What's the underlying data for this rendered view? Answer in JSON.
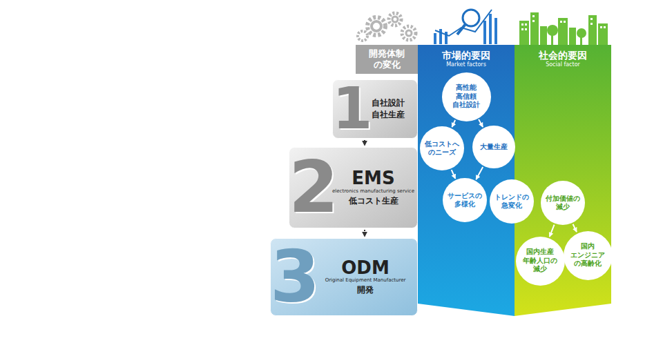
{
  "diagram": {
    "nodes": [
      {
        "text": [
          "開発体制 の変化"
        ]
      },
      {
        "text": [
          "市場的要因",
          "Market factors"
        ]
      },
      {
        "text": [
          "社会的要因",
          "Social factor"
        ]
      },
      {
        "text": [
          "1",
          "自社設計 自社生産"
        ]
      },
      {
        "text": [
          "2",
          "EMS",
          "electronics manufacturing service",
          "低コスト生産"
        ]
      },
      {
        "text": [
          "3",
          "ODM",
          "Original Equipment Manufacturer",
          "開発"
        ]
      },
      {
        "text": [
          "高性能 高信頼 自社設計"
        ],
        "in": 1
      },
      {
        "text": [
          "低コストへ のニーズ"
        ],
        "in": 1
      },
      {
        "text": [
          "大量生産"
        ],
        "in": 1
      },
      {
        "text": [
          "サービスの 多様化"
        ],
        "in": 1
      },
      {
        "text": [
          "トレンドの 急変化"
        ],
        "in": 1
      },
      {
        "text": [
          "付加価値の 減少"
        ],
        "in": 2
      },
      {
        "text": [
          "国内生産 年齢人口の 減少"
        ],
        "in": 2
      },
      {
        "text": [
          "国内 エンジニア の高齢化"
        ],
        "in": 2
      }
    ],
    "edges": [
      {
        "from": 3,
        "to": 4,
        "arrow": "to"
      },
      {
        "from": 4,
        "to": 5,
        "arrow": "to"
      },
      {
        "from": 6,
        "to": 7,
        "arrow": "to"
      },
      {
        "from": 6,
        "to": 8,
        "arrow": "to"
      },
      {
        "from": 7,
        "to": 9,
        "arrow": "to"
      },
      {
        "from": 8,
        "to": 9,
        "arrow": "to"
      },
      {
        "from": 11,
        "to": 12,
        "arrow": "to"
      },
      {
        "from": 11,
        "to": 13,
        "arrow": "to"
      }
    ]
  }
}
